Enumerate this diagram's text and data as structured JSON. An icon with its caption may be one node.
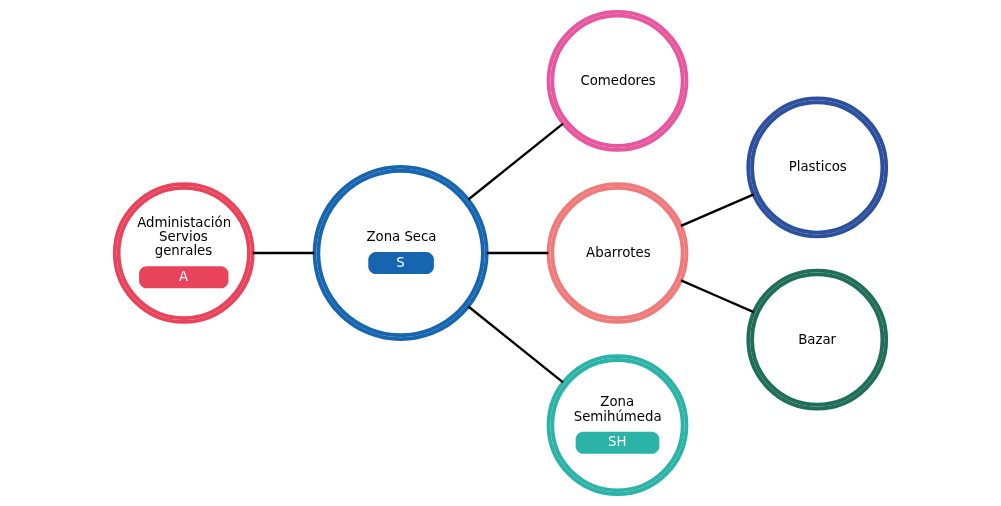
{
  "diagram": {
    "nodes": [
      {
        "text": [
          "Administación Servios genrales",
          "A"
        ]
      },
      {
        "text": [
          "Zona Seca",
          "S"
        ]
      },
      {
        "text": [
          "Plasticos"
        ]
      },
      {
        "text": [
          "Comedores"
        ]
      },
      {
        "text": [
          "Abarrotes"
        ]
      },
      {
        "text": [
          "Zona Semihúmeda",
          "SH"
        ]
      },
      {
        "text": [
          "Bazar"
        ]
      }
    ],
    "edges": [
      {
        "from": 0,
        "to": 1,
        "arrow": "none"
      },
      {
        "from": 1,
        "to": 4,
        "arrow": "none"
      },
      {
        "from": 1,
        "to": 3,
        "arrow": "none"
      },
      {
        "from": 1,
        "to": 5,
        "arrow": "none"
      },
      {
        "from": 4,
        "to": 2,
        "arrow": "none"
      },
      {
        "from": 4,
        "to": 6,
        "arrow": "none"
      }
    ]
  }
}
